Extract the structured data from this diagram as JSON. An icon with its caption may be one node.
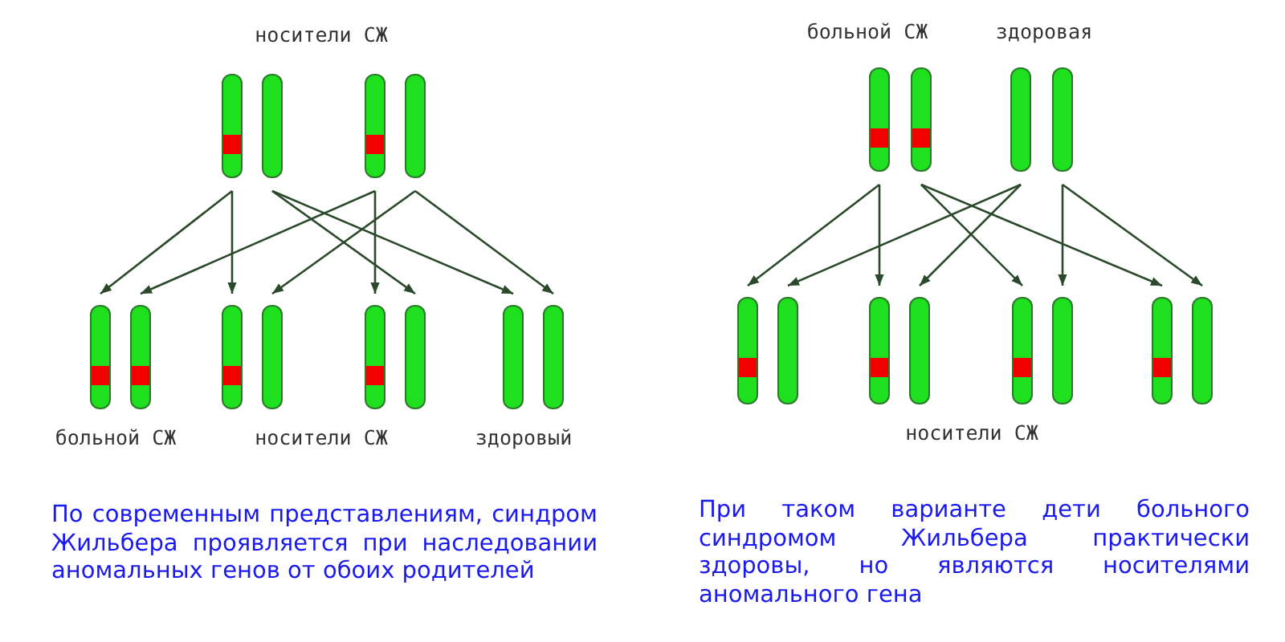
{
  "diagram": {
    "nodes": [
      {
        "text": [],
        "shape": "bar"
      },
      {
        "text": [],
        "shape": "bar"
      },
      {
        "text": [],
        "shape": "bar"
      },
      {
        "text": [],
        "shape": "bar"
      },
      {
        "text": [],
        "shape": "bar"
      },
      {
        "text": [],
        "shape": "bar"
      },
      {
        "text": [],
        "shape": "bar"
      },
      {
        "text": [],
        "shape": "bar"
      },
      {
        "text": [],
        "shape": "bar"
      },
      {
        "text": [],
        "shape": "bar"
      },
      {
        "text": [],
        "shape": "bar"
      },
      {
        "text": [],
        "shape": "bar"
      },
      {
        "text": [],
        "shape": "bar"
      },
      {
        "text": [],
        "shape": "bar"
      },
      {
        "text": [],
        "shape": "bar"
      },
      {
        "text": [],
        "shape": "bar"
      },
      {
        "text": [],
        "shape": "bar"
      },
      {
        "text": [],
        "shape": "bar"
      },
      {
        "text": [],
        "shape": "bar"
      },
      {
        "text": [],
        "shape": "bar"
      },
      {
        "text": [],
        "shape": "bar"
      },
      {
        "text": [],
        "shape": "bar"
      },
      {
        "text": [],
        "shape": "bar"
      },
      {
        "text": [],
        "shape": "bar"
      },
      {
        "text": [],
        "shape": "box",
        "in": 0
      },
      {
        "text": [],
        "shape": "box",
        "in": 2
      },
      {
        "text": [],
        "shape": "box",
        "in": 4
      },
      {
        "text": [],
        "shape": "box",
        "in": 5
      },
      {
        "text": [],
        "shape": "box",
        "in": 6
      },
      {
        "text": [],
        "shape": "box",
        "in": 8
      },
      {
        "text": [],
        "shape": "box",
        "in": 12
      },
      {
        "text": [],
        "shape": "box",
        "in": 13
      },
      {
        "text": [],
        "shape": "box",
        "in": 16
      },
      {
        "text": [],
        "shape": "box",
        "in": 18
      },
      {
        "text": [],
        "shape": "box",
        "in": 20
      },
      {
        "text": [],
        "shape": "box",
        "in": 22
      }
    ],
    "edges": [
      {
        "from": 0,
        "to": 4,
        "arrow": "to"
      },
      {
        "from": 0,
        "to": 6,
        "arrow": "to"
      },
      {
        "from": 1,
        "to": 9,
        "arrow": "to"
      },
      {
        "from": 1,
        "to": 10,
        "arrow": "to"
      },
      {
        "from": 2,
        "to": 5,
        "arrow": "to"
      },
      {
        "from": 2,
        "to": 8,
        "arrow": "to"
      },
      {
        "from": 3,
        "to": 7,
        "arrow": "to"
      },
      {
        "from": 3,
        "to": 11,
        "arrow": "to"
      },
      {
        "from": 12,
        "to": 16,
        "arrow": "to"
      },
      {
        "from": 12,
        "to": 18,
        "arrow": "to"
      },
      {
        "from": 13,
        "to": 20,
        "arrow": "to"
      },
      {
        "from": 13,
        "to": 22,
        "arrow": "to"
      },
      {
        "from": 14,
        "to": 17,
        "arrow": "to"
      },
      {
        "from": 14,
        "to": 19,
        "arrow": "to"
      },
      {
        "from": 15,
        "to": 21,
        "arrow": "to"
      },
      {
        "from": 15,
        "to": 23,
        "arrow": "to"
      }
    ],
    "labels": [
      "носители СЖ",
      "больной СЖ",
      "здоровая",
      "больной СЖ",
      "носители СЖ",
      "здоровый",
      "носители СЖ",
      "По современным представлениям, синдром Жильбера проявляется при наследовании аномальных генов от обоих родителей",
      "При таком варианте дети больного синдромом Жильбера практически здоровы, но являются носителями аномального гена"
    ]
  }
}
